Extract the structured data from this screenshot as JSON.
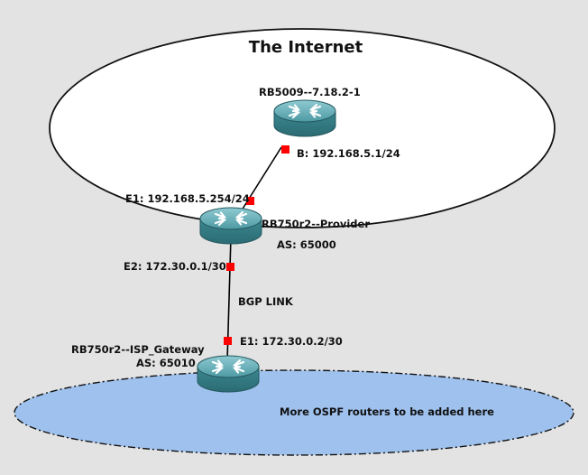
{
  "zones": {
    "internet": {
      "title": "The Internet"
    },
    "ospf": {
      "label": "More OSPF routers to be added here",
      "fill": "#9ec1ee"
    }
  },
  "routers": {
    "rb5009": {
      "name": "RB5009--7.18.2-1"
    },
    "provider": {
      "name": "RB750r2--Provider",
      "as": "AS: 65000"
    },
    "gateway": {
      "name": "RB750r2--ISP_Gateway",
      "as": "AS: 65010"
    }
  },
  "interfaces": {
    "rb5009_b": "B: 192.168.5.1/24",
    "provider_e1": "E1: 192.168.5.254/24",
    "provider_e2": "E2: 172.30.0.1/30",
    "gateway_e1": "E1: 172.30.0.2/30"
  },
  "links": {
    "bgp": "BGP LINK"
  },
  "colors": {
    "background": "#e3e3e3",
    "router_body": "#3f8e98",
    "interface_dot": "#ff0000"
  },
  "icons": {
    "router": "router-icon"
  }
}
